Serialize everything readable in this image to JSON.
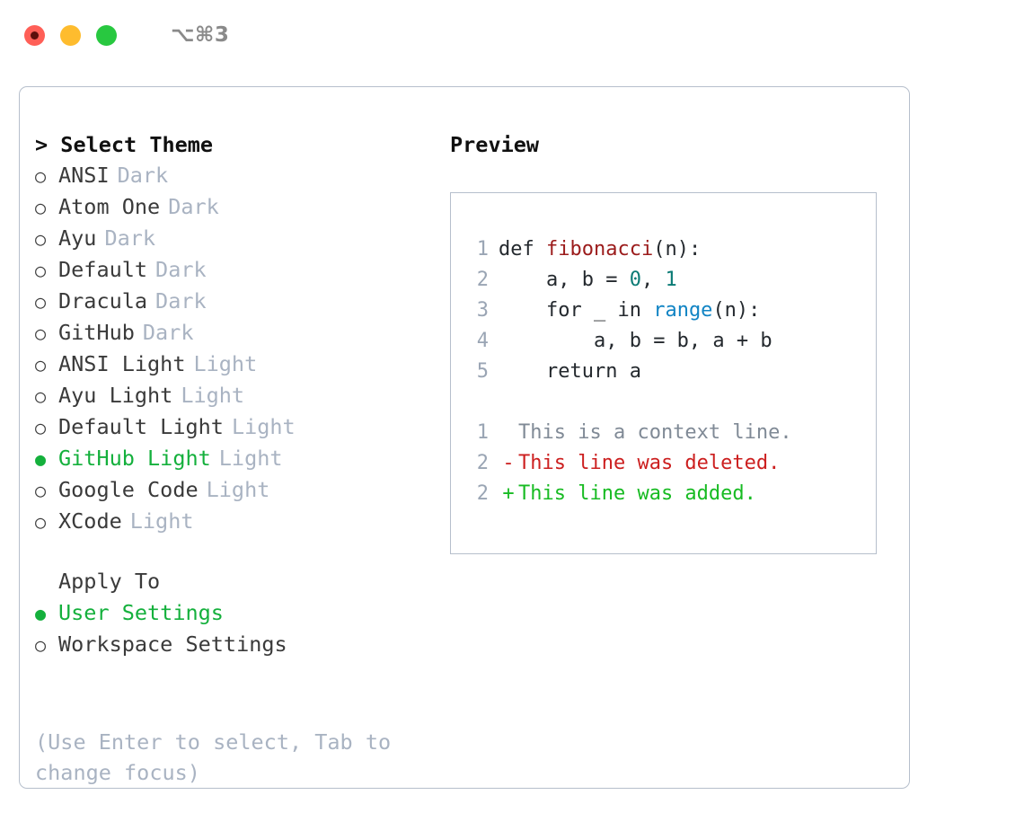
{
  "titlebar": {
    "shortcut": "⌥⌘3",
    "buttons": [
      {
        "name": "close",
        "color": "#ff5f57"
      },
      {
        "name": "minimize",
        "color": "#febc2e"
      },
      {
        "name": "maximize",
        "color": "#28c840"
      }
    ]
  },
  "theme_panel": {
    "header": "> Select Theme",
    "items": [
      {
        "label": "ANSI",
        "badge": "Dark",
        "selected": false
      },
      {
        "label": "Atom One",
        "badge": "Dark",
        "selected": false
      },
      {
        "label": "Ayu",
        "badge": "Dark",
        "selected": false
      },
      {
        "label": "Default",
        "badge": "Dark",
        "selected": false
      },
      {
        "label": "Dracula",
        "badge": "Dark",
        "selected": false
      },
      {
        "label": "GitHub",
        "badge": "Dark",
        "selected": false
      },
      {
        "label": "ANSI Light",
        "badge": "Light",
        "selected": false
      },
      {
        "label": "Ayu Light",
        "badge": "Light",
        "selected": false
      },
      {
        "label": "Default Light",
        "badge": "Light",
        "selected": false
      },
      {
        "label": "GitHub Light",
        "badge": "Light",
        "selected": true
      },
      {
        "label": "Google Code",
        "badge": "Light",
        "selected": false
      },
      {
        "label": "XCode",
        "badge": "Light",
        "selected": false
      }
    ]
  },
  "apply_to": {
    "header": "Apply To",
    "items": [
      {
        "label": "User Settings",
        "selected": true
      },
      {
        "label": "Workspace Settings",
        "selected": false
      }
    ]
  },
  "hint": "(Use Enter to select, Tab to change focus)",
  "preview": {
    "title": "Preview",
    "code_lines": [
      {
        "no": "1",
        "indent": 0,
        "parts": [
          {
            "t": "def ",
            "c": "plain"
          },
          {
            "t": "fibonacci",
            "c": "func"
          },
          {
            "t": "(n):",
            "c": "plain"
          }
        ]
      },
      {
        "no": "2",
        "indent": 4,
        "parts": [
          {
            "t": "a, b = ",
            "c": "plain"
          },
          {
            "t": "0",
            "c": "num"
          },
          {
            "t": ", ",
            "c": "plain"
          },
          {
            "t": "1",
            "c": "num"
          }
        ]
      },
      {
        "no": "3",
        "indent": 4,
        "parts": [
          {
            "t": "for _ in ",
            "c": "plain"
          },
          {
            "t": "range",
            "c": "call"
          },
          {
            "t": "(n):",
            "c": "plain"
          }
        ]
      },
      {
        "no": "4",
        "indent": 8,
        "parts": [
          {
            "t": "a, b = b, a + b",
            "c": "plain"
          }
        ]
      },
      {
        "no": "5",
        "indent": 4,
        "parts": [
          {
            "t": "return a",
            "c": "plain"
          }
        ]
      }
    ],
    "diff_lines": [
      {
        "no": "1",
        "marker": " ",
        "text": "This is a context line.",
        "kind": "context"
      },
      {
        "no": "2",
        "marker": "-",
        "text": "This line was deleted.",
        "kind": "del"
      },
      {
        "no": "2",
        "marker": "+",
        "text": "This line was added.",
        "kind": "add"
      }
    ]
  },
  "colors": {
    "selected_green": "#14b03c",
    "badge_gray": "#a9b3c2",
    "border": "#b6bfcc",
    "func_red": "#9b1b1b",
    "num_teal": "#0b7b75",
    "call_blue": "#1184c4",
    "diff_del_red": "#cc1f1f",
    "diff_add_green": "#17bb22"
  }
}
